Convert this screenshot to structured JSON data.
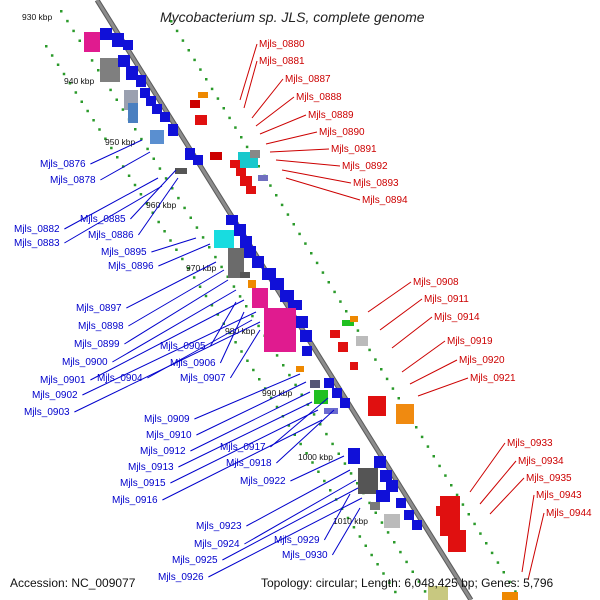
{
  "title": "Mycobacterium sp. JLS, complete genome",
  "footer": {
    "accession": "Accession: NC_009077",
    "topology": "Topology: circular; Length: 6,048,425 bp; Genes: 5,796"
  },
  "colors": {
    "plus_strand_label": "#cc0000",
    "minus_strand_label": "#0000cc",
    "backbone": "#8c8c8c",
    "gene_forward": "#e60000",
    "gene_reverse": "#0000e6",
    "rna_green": "#00aa00"
  },
  "ticks": [
    "930 kbp",
    "940 kbp",
    "950 kbp",
    "960 kbp",
    "970 kbp",
    "980 kbp",
    "990 kbp",
    "1000 kbp",
    "1010 kbp"
  ],
  "red_labels": [
    "Mjls_0880",
    "Mjls_0881",
    "Mjls_0887",
    "Mjls_0888",
    "Mjls_0889",
    "Mjls_0890",
    "Mjls_0891",
    "Mjls_0892",
    "Mjls_0893",
    "Mjls_0894",
    "Mjls_0908",
    "Mjls_0911",
    "Mjls_0914",
    "Mjls_0919",
    "Mjls_0920",
    "Mjls_0921",
    "Mjls_0933",
    "Mjls_0934",
    "Mjls_0935",
    "Mjls_0943",
    "Mjls_0944"
  ],
  "blue_labels": [
    "Mjls_0876",
    "Mjls_0878",
    "Mjls_0885",
    "Mjls_0882",
    "Mjls_0886",
    "Mjls_0883",
    "Mjls_0895",
    "Mjls_0896",
    "Mjls_0897",
    "Mjls_0898",
    "Mjls_0899",
    "Mjls_0905",
    "Mjls_0900",
    "Mjls_0906",
    "Mjls_0901",
    "Mjls_0904",
    "Mjls_0907",
    "Mjls_0902",
    "Mjls_0903",
    "Mjls_0909",
    "Mjls_0910",
    "Mjls_0912",
    "Mjls_0917",
    "Mjls_0913",
    "Mjls_0918",
    "Mjls_0915",
    "Mjls_0922",
    "Mjls_0916",
    "Mjls_0923",
    "Mjls_0924",
    "Mjls_0929",
    "Mjls_0925",
    "Mjls_0930",
    "Mjls_0926"
  ]
}
